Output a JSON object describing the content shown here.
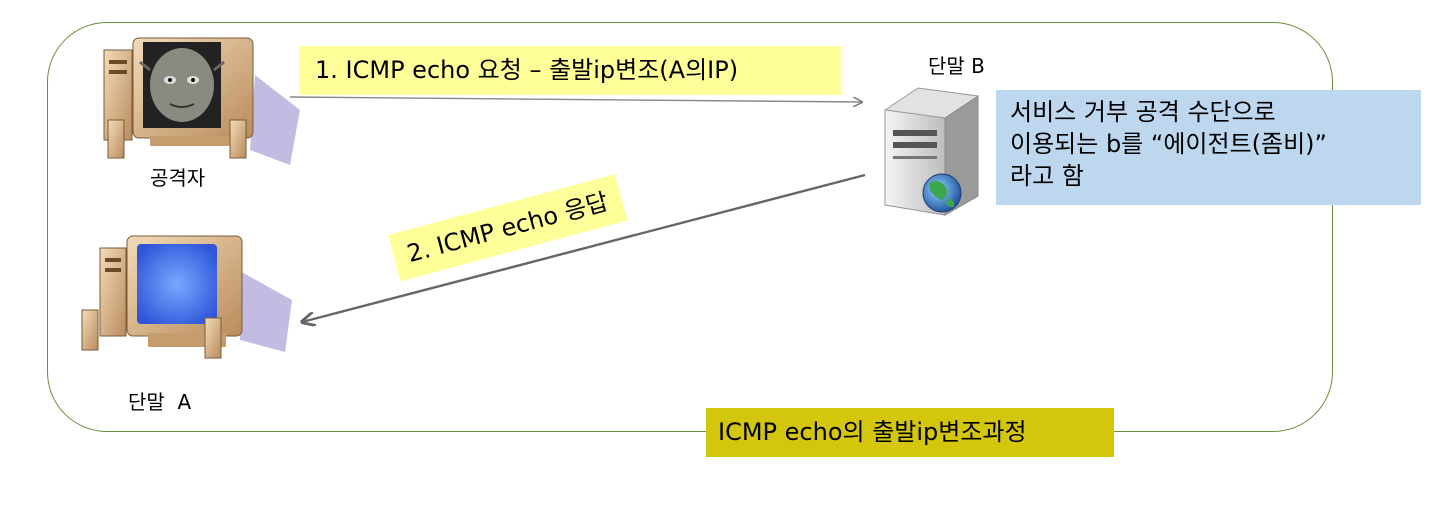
{
  "nodes": {
    "attacker": "공격자",
    "terminal_a": "단말  A",
    "terminal_b": "단말 B"
  },
  "arrows": {
    "request": "1. ICMP echo 요청 – 출발ip변조(A의IP)",
    "reply": "2. ICMP echo 응답"
  },
  "note": {
    "lines": [
      "서비스 거부 공격 수단으로",
      "이용되는 b를 “에이전트(좀비)”",
      "라고 함"
    ]
  },
  "caption": "ICMP echo의 출발ip변조과정",
  "icons": [
    "attacker-computer-icon",
    "victim-computer-icon",
    "server-globe-icon"
  ],
  "colors": {
    "frame_border": "#6a8f3a",
    "callout_yellow": "#ffff99",
    "note_blue": "#bdd7ee",
    "caption_olive": "#d4c60c"
  }
}
